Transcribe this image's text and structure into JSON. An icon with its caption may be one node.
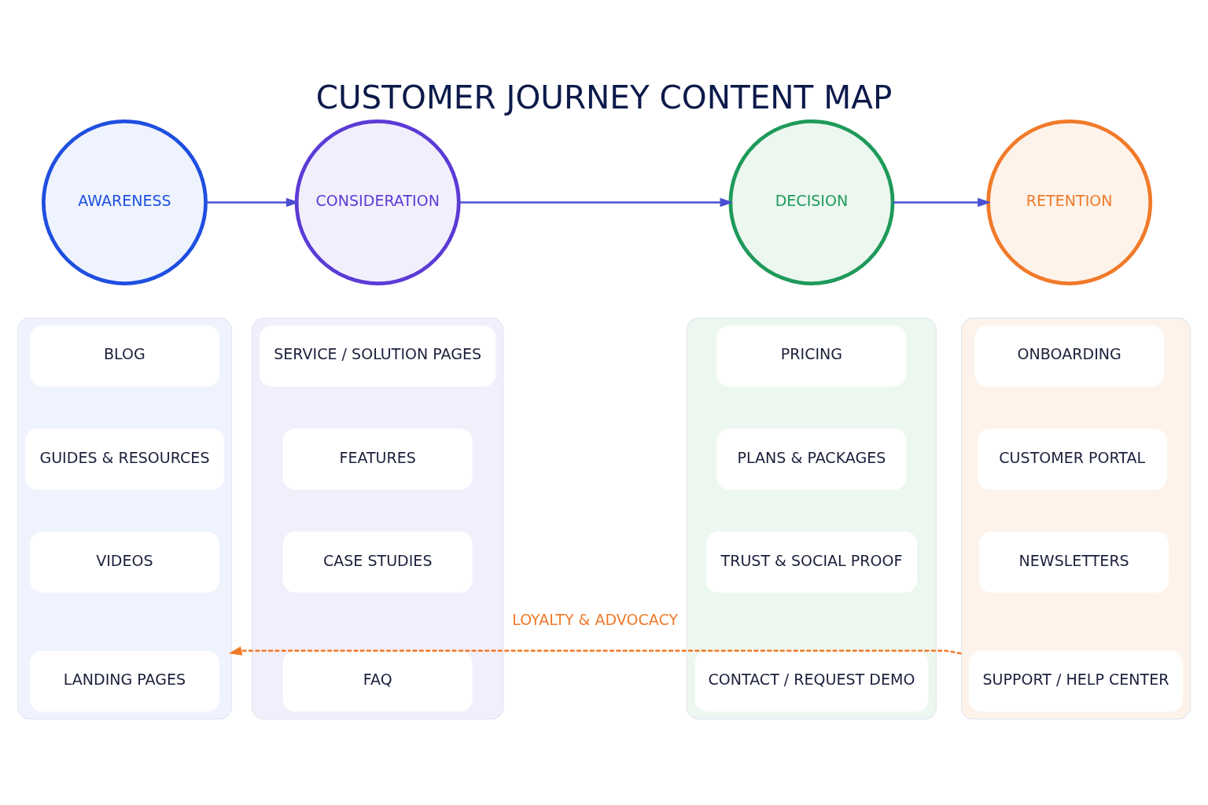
{
  "diagram": {
    "title": "CUSTOMER JOURNEY CONTENT MAP",
    "nodes": [
      {
        "text": [
          "AWARENESS"
        ]
      },
      {
        "text": [
          "CONSIDERATION"
        ]
      },
      {
        "text": [
          "DECISION"
        ]
      },
      {
        "text": [
          "RETENTION"
        ]
      },
      {
        "text": [],
        "shape": "box"
      },
      {
        "text": [
          "BLOG"
        ],
        "in": 4
      },
      {
        "text": [
          "GUIDES & RESOURCES"
        ],
        "in": 4
      },
      {
        "text": [
          "VIDEOS"
        ],
        "in": 4
      },
      {
        "text": [
          "LANDING PAGES"
        ],
        "in": 4
      },
      {
        "text": [],
        "shape": "box"
      },
      {
        "text": [
          "SERVICE / SOLUTION PAGES"
        ],
        "in": 9
      },
      {
        "text": [
          "FEATURES"
        ],
        "in": 9
      },
      {
        "text": [
          "CASE STUDIES"
        ],
        "in": 9
      },
      {
        "text": [
          "FAQ"
        ],
        "in": 9
      },
      {
        "text": [],
        "shape": "box"
      },
      {
        "text": [
          "PRICING"
        ],
        "in": 14
      },
      {
        "text": [
          "PLANS & PACKAGES"
        ],
        "in": 14
      },
      {
        "text": [
          "TRUST & SOCIAL PROOF"
        ],
        "in": 14
      },
      {
        "text": [
          "CONTACT / REQUEST DEMO"
        ],
        "in": 14
      },
      {
        "text": [],
        "shape": "box"
      },
      {
        "text": [
          "ONBOARDING"
        ],
        "in": 19
      },
      {
        "text": [
          "CUSTOMER PORTAL"
        ],
        "in": 19
      },
      {
        "text": [
          "NEWSLETTERS"
        ],
        "in": 19
      },
      {
        "text": [
          "SUPPORT / HELP CENTER"
        ],
        "in": 19
      }
    ],
    "edges": [
      {
        "from": 0,
        "to": 1,
        "arrow": "to"
      },
      {
        "from": 1,
        "to": 2,
        "arrow": "to"
      },
      {
        "from": 2,
        "to": 3,
        "arrow": "to"
      },
      {
        "from": 19,
        "to": 4,
        "arrow": "to",
        "label": "LOYALTY & ADVOCACY",
        "style": "dashed",
        "color": "#f07a2a"
      }
    ]
  }
}
